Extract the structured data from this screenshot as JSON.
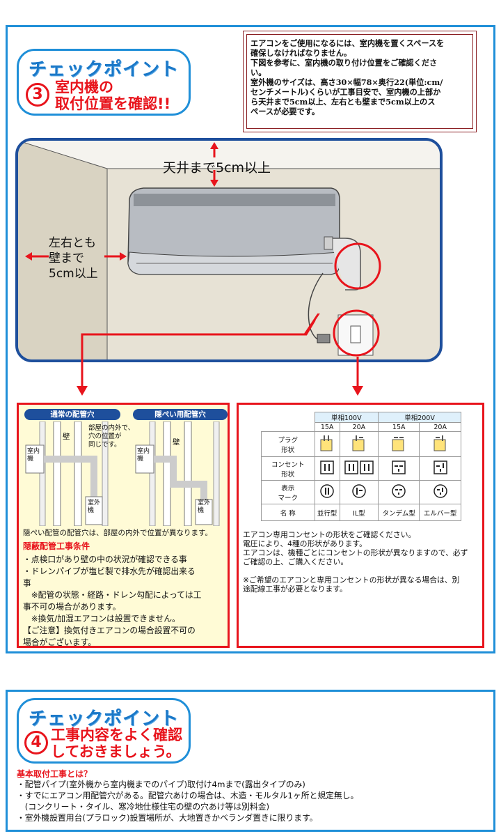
{
  "section3": {
    "badge_title": "チェックポイント",
    "number": "3",
    "heading_line1": "室内機の",
    "heading_line2": "取付位置を確認!!",
    "note_lines": [
      "エアコンをご使用になるには、室内機を置くスペースを",
      "確保しなければなりません。",
      "下図を参考に、室内機の取り付け位置をご確認くださ",
      "い。",
      "室外機のサイズは、高さ30×幅78×奥行22(単位:cm/",
      "センチメートル)くらいが工事目安で、室内機の上部か",
      "ら天井まで5cm以上、左右とも壁まで5cm以上のス",
      "ペースが必要です。"
    ],
    "ceiling_label": "天井まで5cm以上",
    "side_label_lines": [
      "左右とも",
      "壁まで",
      "5cm以上"
    ]
  },
  "piping": {
    "tab_normal": "通常の配管穴",
    "tab_hidden": "隠ぺい用配管穴",
    "wall_label": "壁",
    "indoor_label": "室内機",
    "outdoor_label": "室外機",
    "same_position_note": [
      "部屋の内外で、",
      "穴の位置が",
      "同じです。"
    ],
    "caption": "隠ぺい配管の配管穴は、部屋の内外で位置が異なります。",
    "conditions_title": "隠蔽配管工事条件",
    "conditions_lines": [
      "・点検口があり壁の中の状況が確認できる事",
      "・ドレンパイプが塩ビ製で排水先が確認出来る",
      "事",
      "　※配管の状態・経路・ドレン勾配によっては工",
      "事不可の場合があります。",
      "　※換気/加湿エアコンは設置できません。",
      "【ご注意】換気付きエアコンの場合設置不可の",
      "場合がございます。"
    ]
  },
  "outlet": {
    "header_100": "単相100V",
    "header_200": "単相200V",
    "amps": [
      "15A",
      "20A",
      "15A",
      "20A"
    ],
    "row_plug": [
      "プラグ",
      "形状"
    ],
    "row_outlet": [
      "コンセント",
      "形状"
    ],
    "row_mark": [
      "表示",
      "マーク"
    ],
    "row_name": "名 称",
    "names": [
      "並行型",
      "IL型",
      "タンデム型",
      "エルバー型"
    ],
    "text_lines": [
      "エアコン専用コンセントの形状をご確認ください。",
      "電圧により、4種の形状があります。",
      "エアコンは、機種ごとにコンセントの形状が異なりますので、必ず",
      "ご確認の上、ご購入ください。",
      "",
      "※ご希望のエアコンと専用コンセントの形状が異なる場合は、別",
      "途配線工事が必要となります。"
    ]
  },
  "section4": {
    "badge_title": "チェックポイント",
    "number": "4",
    "heading_line1": "工事内容をよく確認",
    "heading_line2": "しておきましょう。",
    "basic_title": "基本取付工事とは？",
    "basic_lines": [
      "・配管パイプ(室外機から室内機までのパイプ)取付け4mまで(露出タイプのみ)",
      "・すでにエアコン用配管穴がある。配管穴あけの場合は、木造・モルタル1ヶ所と規定無し。",
      "　(コンクリート・タイル、寒冷地仕様住宅の壁の穴あけ等は別料金)",
      "・室外機設置用台(プラロック)設置場所が、大地置きかベランダ置きに限ります。"
    ]
  },
  "colors": {
    "blue": "#1f8fd8",
    "red": "#e8141c",
    "navy": "#1e4f9c",
    "yellow": "#fffbd6"
  }
}
